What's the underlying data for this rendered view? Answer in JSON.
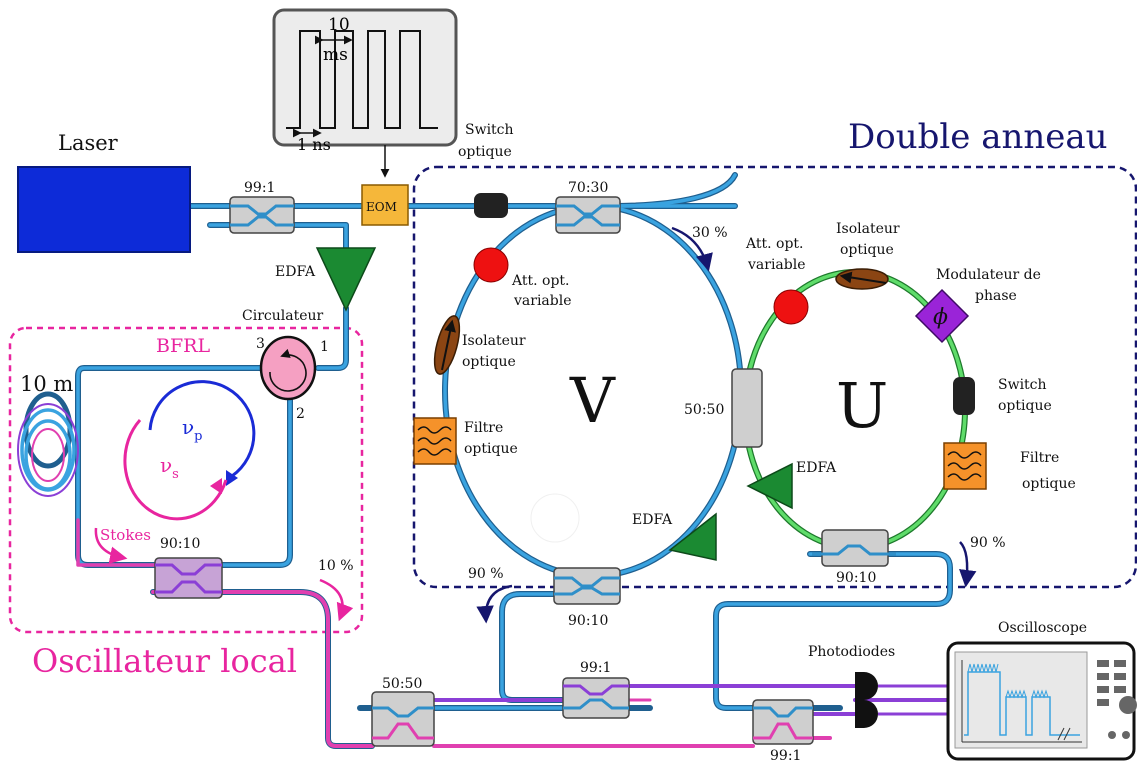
{
  "titles": {
    "double_ring": "Double anneau",
    "local_osc": "Oscillateur local",
    "bfrl": "BFRL"
  },
  "pulse": {
    "period": "10",
    "period_unit": "ms",
    "width": "1 ns"
  },
  "components": {
    "laser": "Laser",
    "eom": "EOM",
    "edfa_main": "EDFA",
    "circulator": "Circulateur",
    "circ_port1": "1",
    "circ_port2": "2",
    "circ_port3": "3",
    "fiber_length": "10 m",
    "stokes": "Stokes",
    "nu_p": "ν",
    "nu_p_sub": "p",
    "nu_s": "ν",
    "nu_s_sub": "s",
    "switch_top": "Switch",
    "switch_top2": "optique",
    "photodiodes": "Photodiodes",
    "oscilloscope": "Oscilloscope"
  },
  "ring_v": {
    "letter": "V",
    "att": "Att. opt.",
    "att2": "variable",
    "iso": "Isolateur",
    "iso2": "optique",
    "filter": "Filtre",
    "filter2": "optique",
    "edfa": "EDFA",
    "coupler_mid": "50:50"
  },
  "ring_u": {
    "letter": "U",
    "att": "Att. opt.",
    "att2": "variable",
    "iso": "Isolateur",
    "iso2": "optique",
    "mod": "Modulateur de",
    "mod2": "phase",
    "phase_symbol": "ϕ",
    "switch": "Switch",
    "switch2": "optique",
    "filter": "Filtre",
    "filter2": "optique",
    "edfa": "EDFA"
  },
  "couplers": {
    "c99_top": "99:1",
    "c70": "70:30",
    "c90_v": "90:10",
    "c90_u": "90:10",
    "c90_lo": "90:10",
    "c99_mid": "99:1",
    "c99_bot": "99:1",
    "c50_lo": "50:50"
  },
  "percents": {
    "p30": "30 %",
    "p90_v": "90 %",
    "p90_u": "90 %",
    "p10": "10 %"
  },
  "colors": {
    "fiber": "#2f8fc9",
    "fiber_dark": "#1f5f8f",
    "pink_fiber": "#e040b0",
    "purple_fiber": "#8b3fd6",
    "green_ring": "#3ec94a",
    "edfa": "#1b8a32",
    "laser": "#0d2bd8",
    "eom": "#f5b73a",
    "filter": "#f5922a",
    "modulator": "#9a24d8",
    "isolator": "#8b4513",
    "att": "#ee1111",
    "frame_blue": "#16166e",
    "frame_pink": "#e8259f",
    "coupler": "#cfcfcf",
    "coupler_lo": "#c7a3d6"
  }
}
